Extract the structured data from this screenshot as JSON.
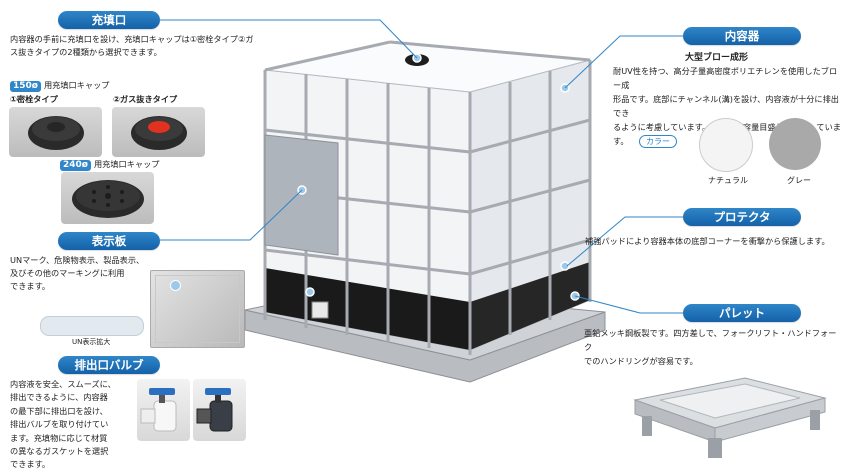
{
  "filling_port": {
    "heading": "充填口",
    "description_1": "内容器の手前に充填口を設け、充填口キャップは①密栓タイプ②ガ",
    "description_2": "ス抜きタイプの2種類から選択できます。",
    "cap150": {
      "size": "150",
      "unit": "ø",
      "label": "用充填口キャップ",
      "type1": "①密栓タイプ",
      "type2": "②ガス抜きタイプ"
    },
    "cap240": {
      "size": "240",
      "unit": "ø",
      "label": "用充填口キャップ"
    }
  },
  "display_plate": {
    "heading": "表示板",
    "lines": [
      "UNマーク、危険物表示、製品表示、",
      "及びその他のマーキングに利用",
      "できます。"
    ],
    "caption": "UN表示拡大"
  },
  "outlet_valve": {
    "heading": "排出口バルブ",
    "lines": [
      "内容液を安全、スムーズに、",
      "排出できるように、内容器",
      "の最下部に排出口を設け、",
      "排出バルブを取り付けてい",
      "ます。充填物に応じて材質",
      "の異なるガスケットを選択",
      "できます。"
    ]
  },
  "inner_container": {
    "heading": "内容器",
    "subheading": "大型ブロー成形",
    "lines": [
      "耐UV性を持つ、高分子量高密度ポリエチレンを使用したブロー成",
      "形品です。底部にチャンネル(溝)を設け、内容液が十分に排出でき",
      "るように考慮しています。側面には容量目盛りを表示しています。"
    ],
    "color_label": "カラー",
    "colors": [
      {
        "name": "ナチュラル",
        "hex": "#f4f4f4"
      },
      {
        "name": "グレー",
        "hex": "#a9a9a9"
      }
    ]
  },
  "protector": {
    "heading": "プロテクタ",
    "text": "補強パッドにより容器本体の底部コーナーを衝撃から保護します。"
  },
  "pallet": {
    "heading": "パレット",
    "lines": [
      "亜鉛メッキ鋼板製です。四方差しで、フォークリフト・ハンドフォーク",
      "でのハンドリングが容易です。"
    ]
  },
  "theme": {
    "accent": "#1f72b8",
    "valve_blue": "#2b6fc1",
    "cap_red": "#e0321e"
  }
}
